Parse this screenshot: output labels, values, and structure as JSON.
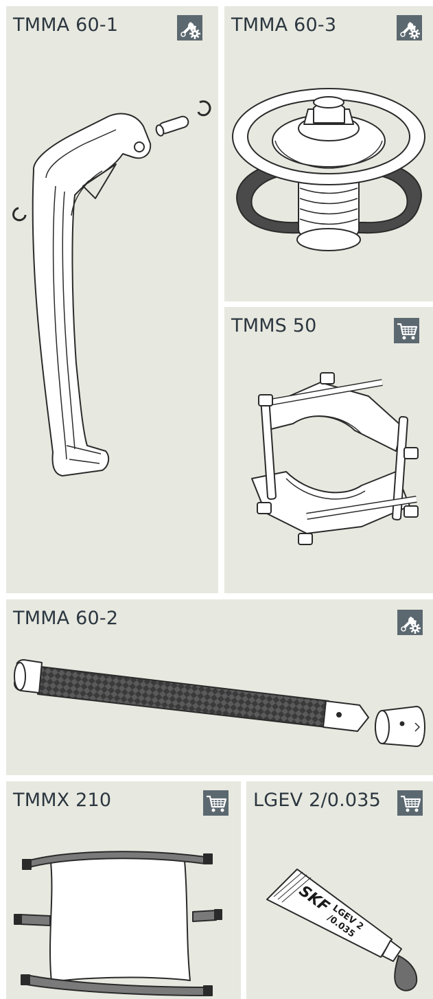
{
  "panels": [
    {
      "id": "tmma-60-1",
      "title": "TMMA 60-1",
      "badge_icon": "tools-wrench-gear-icon"
    },
    {
      "id": "tmma-60-3",
      "title": "TMMA 60-3",
      "badge_icon": "tools-wrench-gear-icon"
    },
    {
      "id": "tmms-50",
      "title": "TMMS 50",
      "badge_icon": "shopping-cart-icon"
    },
    {
      "id": "tmma-60-2",
      "title": "TMMA 60-2",
      "badge_icon": "tools-wrench-gear-icon"
    },
    {
      "id": "tmmx-210",
      "title": "TMMX 210",
      "badge_icon": "shopping-cart-icon"
    },
    {
      "id": "lgev-2",
      "title": "LGEV 2/0.035",
      "badge_icon": "shopping-cart-icon"
    }
  ],
  "tube_label": {
    "brand": "SKF",
    "line1": "LGEV 2",
    "line2": "/0.035"
  },
  "colors": {
    "panel_background": "#e7e8df",
    "badge_background": "#5c6870",
    "title_text": "#2b3640",
    "outline": "#2a2a2a"
  }
}
